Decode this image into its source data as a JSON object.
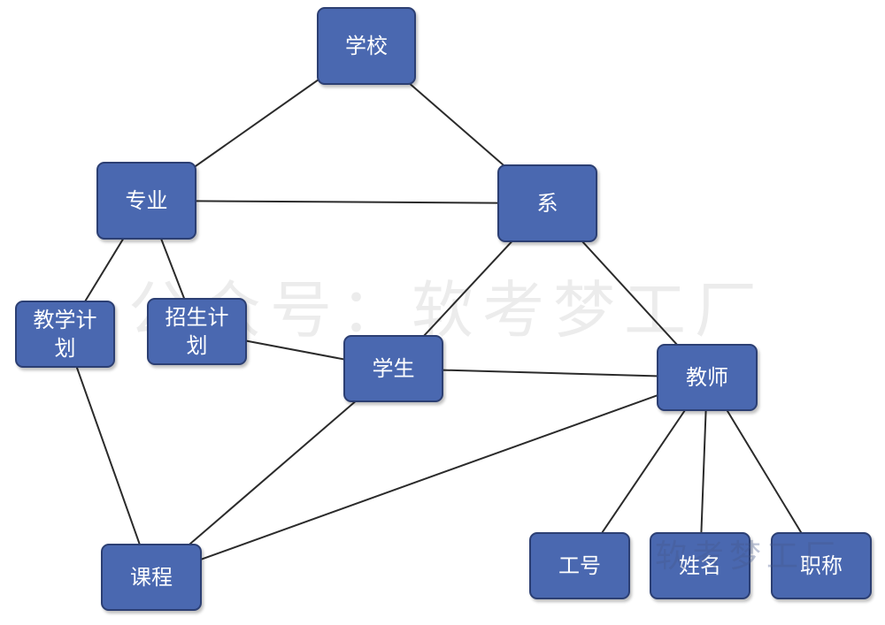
{
  "diagram": {
    "nodes": {
      "school": "学校",
      "major": "专业",
      "department": "系",
      "teaching_plan": "教学计划",
      "enrollment_plan": "招生计划",
      "student": "学生",
      "teacher": "教师",
      "course": "课程",
      "employee_id": "工号",
      "name": "姓名",
      "title": "职称"
    },
    "edges": [
      [
        "school",
        "major"
      ],
      [
        "school",
        "department"
      ],
      [
        "major",
        "department"
      ],
      [
        "major",
        "teaching_plan"
      ],
      [
        "major",
        "enrollment_plan"
      ],
      [
        "enrollment_plan",
        "student"
      ],
      [
        "department",
        "student"
      ],
      [
        "department",
        "teacher"
      ],
      [
        "student",
        "teacher"
      ],
      [
        "teaching_plan",
        "course"
      ],
      [
        "student",
        "course"
      ],
      [
        "teacher",
        "course"
      ],
      [
        "teacher",
        "employee_id"
      ],
      [
        "teacher",
        "name"
      ],
      [
        "teacher",
        "title"
      ]
    ],
    "colors": {
      "node_fill": "#4a68b0",
      "node_border": "#2c3f73",
      "edge": "#2b2b2b"
    }
  },
  "watermark": {
    "main": "公众号：软考梦工厂",
    "small": "软考梦工厂"
  }
}
